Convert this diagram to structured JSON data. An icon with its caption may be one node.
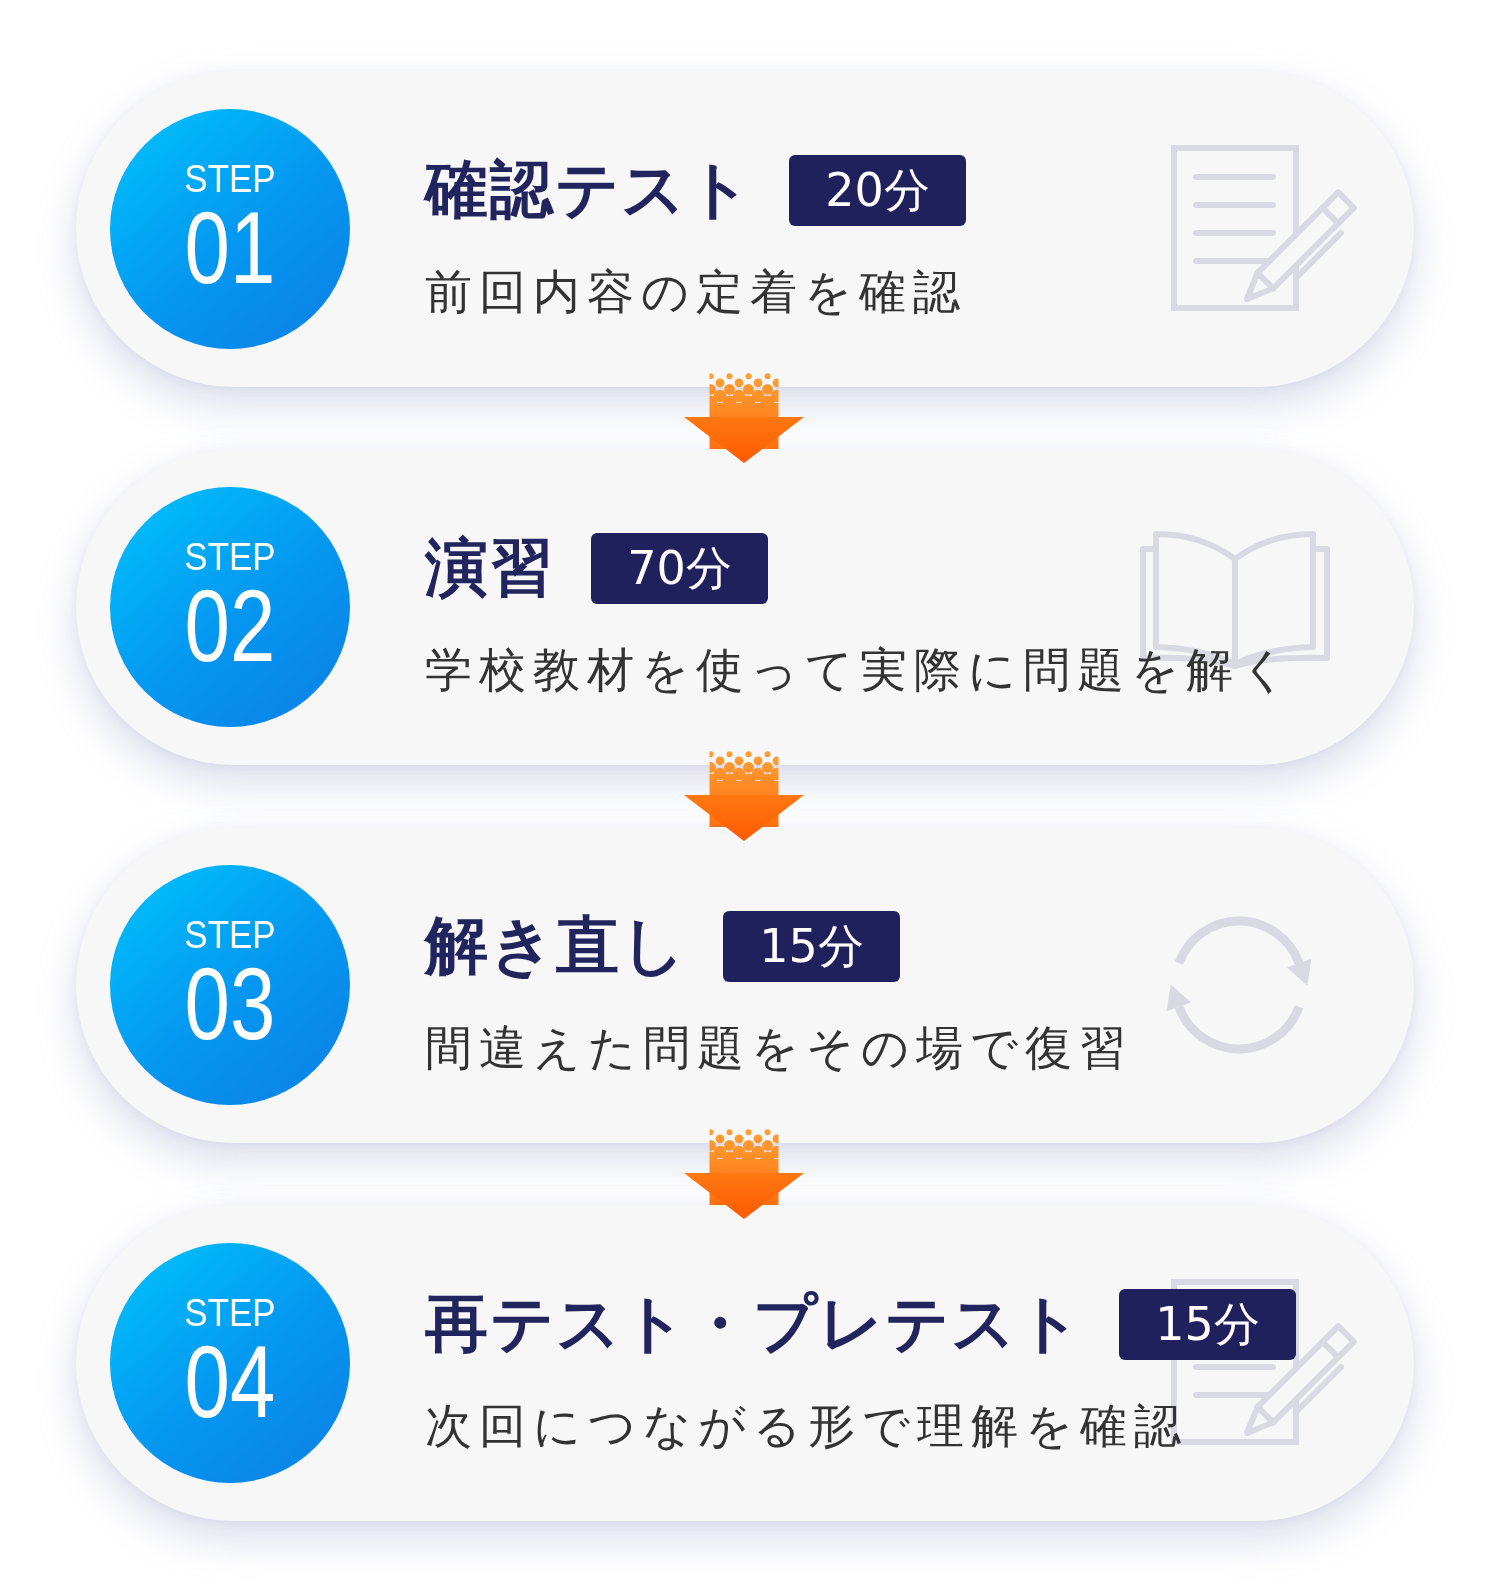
{
  "diagram": {
    "nodes": [
      {
        "text": [
          "確認テスト",
          "前回内容の定着を確認"
        ]
      },
      {
        "text": [
          "STEP",
          "01"
        ],
        "in": 0
      },
      {
        "text": [
          "20分"
        ],
        "in": 0
      },
      {
        "text": [
          "演習",
          "学校教材を使って実際に問題を解く"
        ]
      },
      {
        "text": [
          "STEP",
          "02"
        ],
        "in": 3
      },
      {
        "text": [
          "70分"
        ],
        "in": 3
      },
      {
        "text": [
          "解き直し",
          "間違えた問題をその場で復習"
        ]
      },
      {
        "text": [
          "STEP",
          "03"
        ],
        "in": 6
      },
      {
        "text": [
          "15分"
        ],
        "in": 6
      },
      {
        "text": [
          "再テスト・プレテスト",
          "次回につながる形で理解を確認"
        ]
      },
      {
        "text": [
          "STEP",
          "04"
        ],
        "in": 9
      },
      {
        "text": [
          "15分"
        ],
        "in": 9
      }
    ],
    "edges": [
      {
        "from": 0,
        "to": 3,
        "arrow": "to"
      },
      {
        "from": 3,
        "to": 6,
        "arrow": "to"
      },
      {
        "from": 6,
        "to": 9,
        "arrow": "to"
      }
    ]
  }
}
